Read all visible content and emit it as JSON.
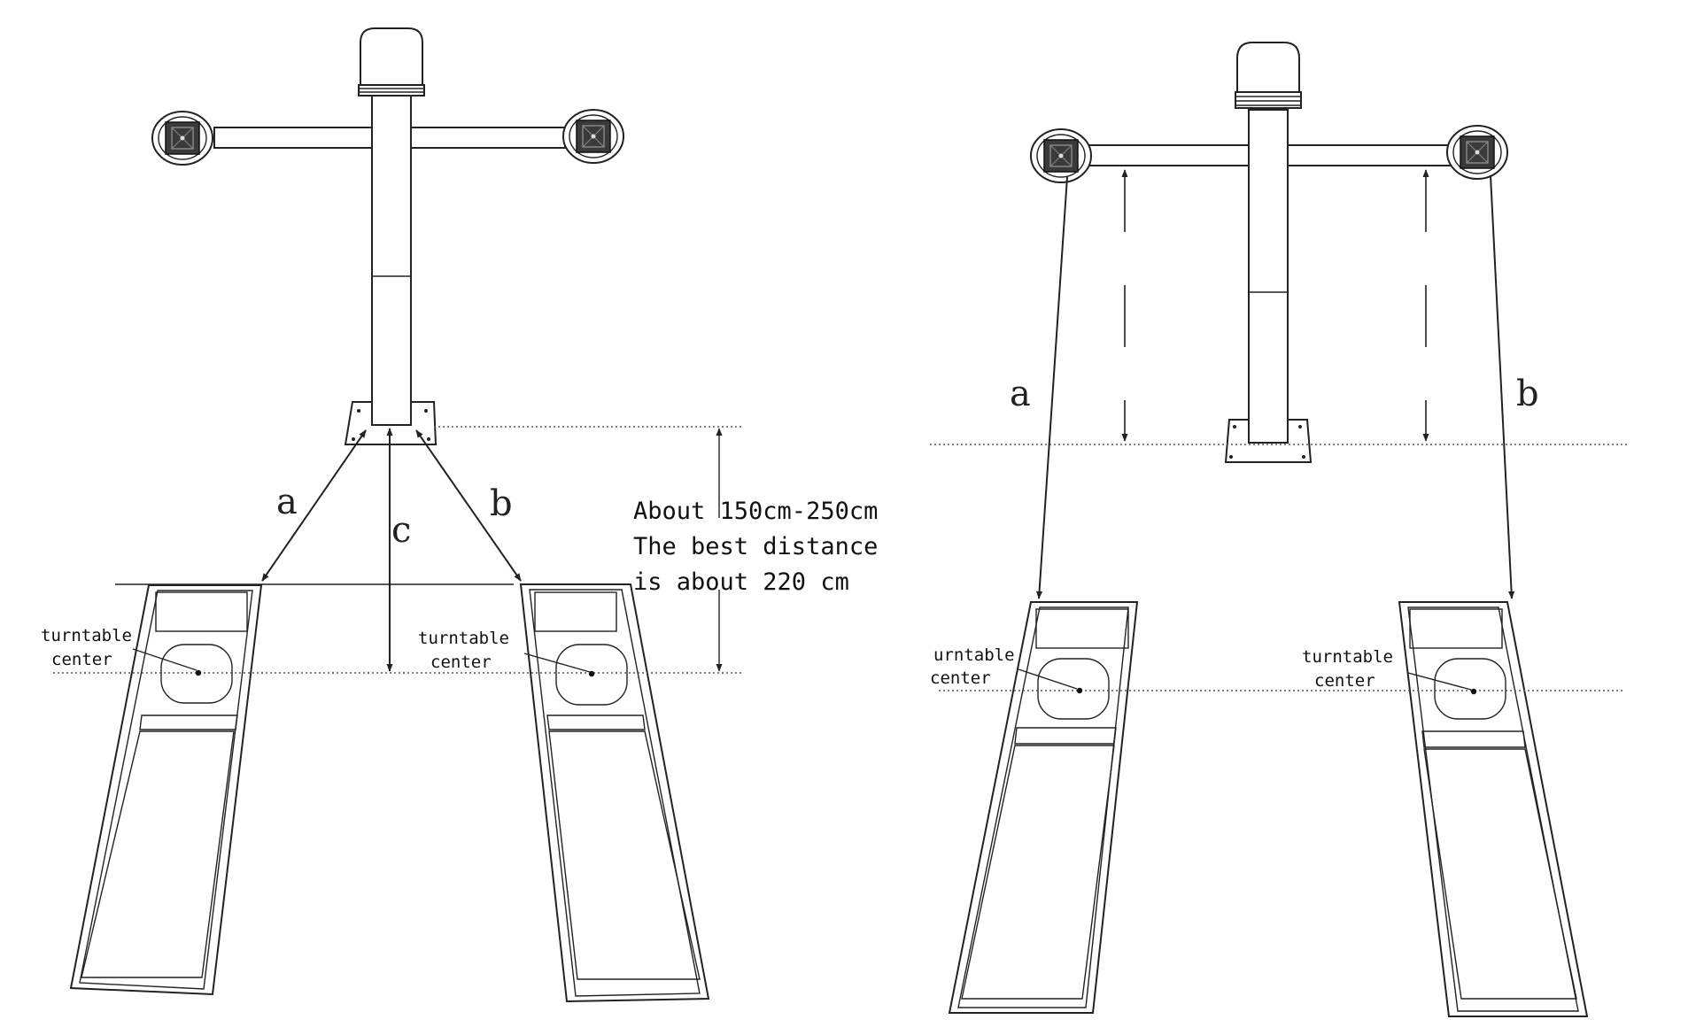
{
  "left_panel": {
    "label_a": "a",
    "label_b": "b",
    "label_c": "c",
    "note_line1": "About 150cm-250cm",
    "note_line2": "The best distance",
    "note_line3": "is about 220 cm",
    "turntable_left_line1": "turntable",
    "turntable_left_line2": "center",
    "turntable_right_line1": "turntable",
    "turntable_right_line2": "center"
  },
  "right_panel": {
    "label_a": "a",
    "label_b": "b",
    "turntable_left_line1": "urntable",
    "turntable_left_line2": "center",
    "turntable_right_line1": "turntable",
    "turntable_right_line2": "center"
  }
}
